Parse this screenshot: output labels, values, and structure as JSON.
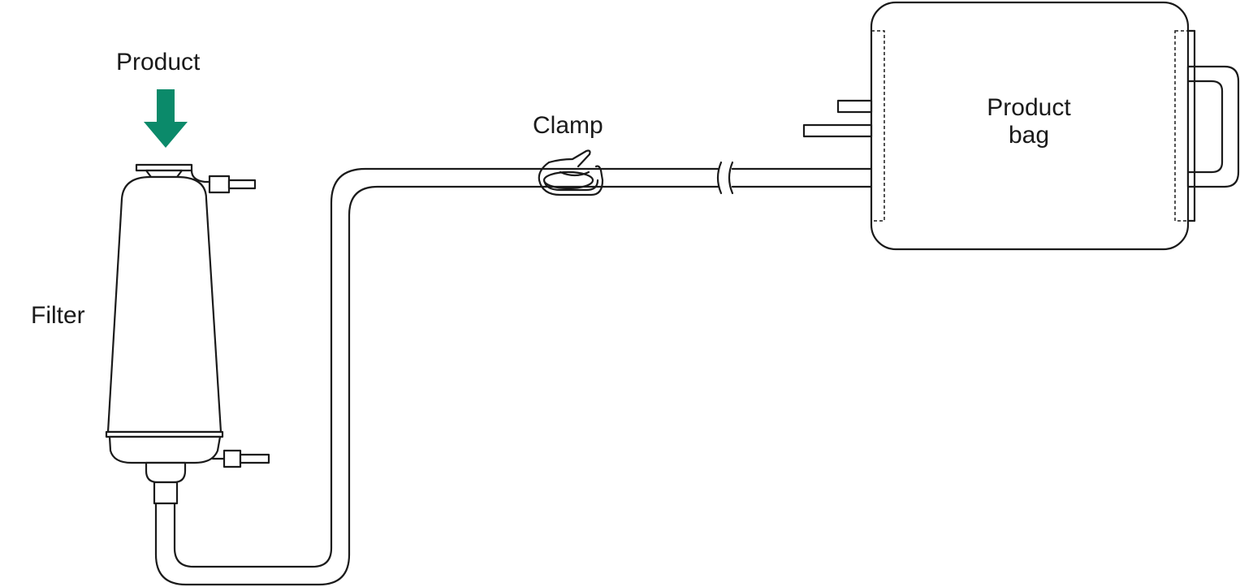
{
  "labels": {
    "product": "Product",
    "filter": "Filter",
    "clamp": "Clamp",
    "bag_line1": "Product",
    "bag_line2": "bag"
  },
  "colors": {
    "arrow": "#0b8a6a",
    "line": "#1a1a1a",
    "background": "#ffffff"
  }
}
